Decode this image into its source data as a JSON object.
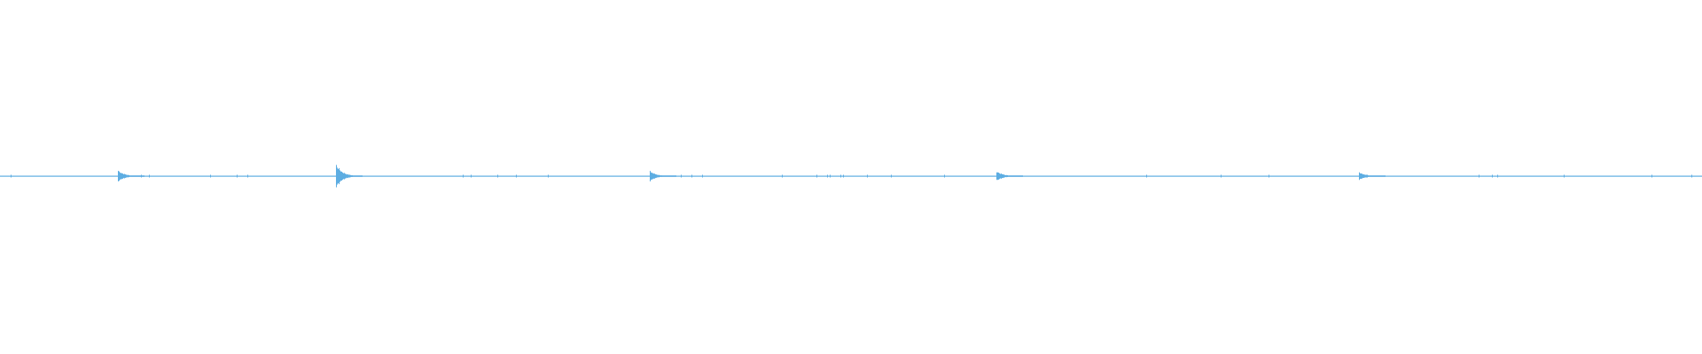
{
  "chart_data": {
    "type": "waveform",
    "title": "",
    "xlabel": "",
    "ylabel": "",
    "grid": false,
    "legend": "none",
    "color": "#5DADE2",
    "background": "#FFFFFF",
    "transient_peak_amplitudes": [
      0.5,
      1.0,
      0.43,
      0.43,
      0.36
    ]
  }
}
